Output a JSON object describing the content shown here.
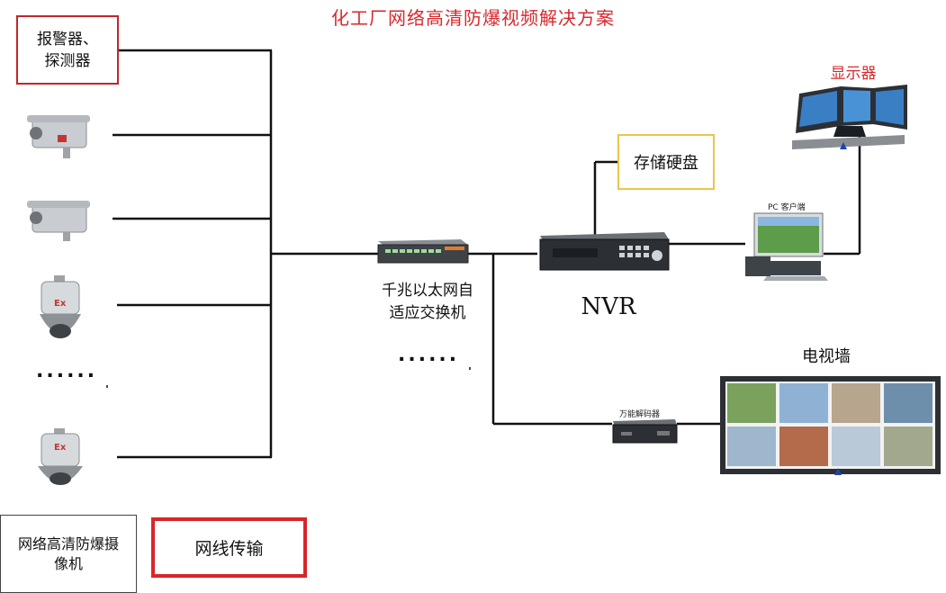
{
  "title": "化工厂网络高清防爆视频解决方案",
  "alarm_box": {
    "line1": "报警器、",
    "line2": "探测器"
  },
  "switch_label": {
    "line1": "千兆以太网自",
    "line2": "适应交换机"
  },
  "nvr_label": "NVR",
  "storage_label": "存储硬盘",
  "monitor_label": "显示器",
  "pc_label": "PC 客户端",
  "decoder_label": "万能解码器",
  "wall_label": "电视墙",
  "camera_box": {
    "line1": "网络高清防爆摄",
    "line2": "像机"
  },
  "cable_label": "网线传输",
  "dots_left": "......",
  "dots_mid": "......",
  "colors": {
    "title_red": "#d8282c",
    "alarm_border": "#c0262b",
    "storage_border": "#e9c64a",
    "line": "#111111"
  },
  "icons": [
    "bullet-camera-icon",
    "dome-camera-icon",
    "switch-icon",
    "nvr-icon",
    "monitor-icon",
    "pc-icon",
    "decoder-icon",
    "video-wall-icon"
  ]
}
